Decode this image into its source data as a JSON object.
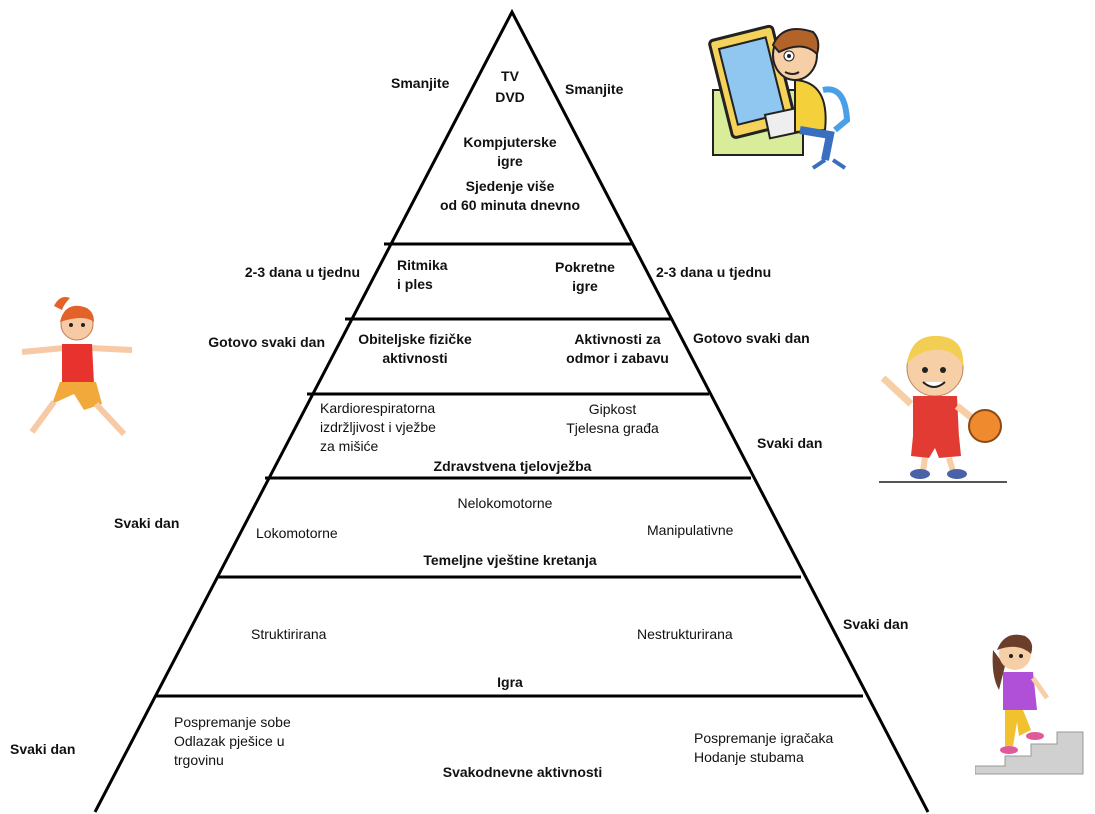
{
  "pyramid": {
    "top": {
      "left_label": "Smanjite",
      "right_label": "Smanjite",
      "tv": "TV",
      "dvd": "DVD",
      "games": "Kompjuterske\nigre",
      "sitting": "Sjedenje više\nod 60 minuta dnevno"
    },
    "level2": {
      "left_label": "2-3 dana u tjednu",
      "right_label": "2-3 dana u tjednu",
      "left_item": "Ritmika\ni ples",
      "right_item": "Pokretne\nigre"
    },
    "level3": {
      "left_label": "Gotovo svaki dan",
      "right_label": "Gotovo svaki dan",
      "left_item": "Obiteljske fizičke\naktivnosti",
      "right_item": "Aktivnosti za\nodmor i zabavu"
    },
    "level4": {
      "right_label": "Svaki dan",
      "left_item": "Kardiorespiratorna\nizdržljivost i vježbe\nza mišiće",
      "right_item": "Gipkost\nTjelesna građa",
      "title": "Zdravstvena tjelovježba"
    },
    "level5": {
      "left_label": "Svaki dan",
      "top_item": "Nelokomotorne",
      "left_item": "Lokomotorne",
      "right_item": "Manipulativne",
      "title": "Temeljne vještine kretanja"
    },
    "level6": {
      "right_label": "Svaki dan",
      "left_item": "Struktirirana",
      "right_item": "Nestrukturirana",
      "title": "Igra"
    },
    "level7": {
      "left_label": "Svaki dan",
      "left_item": "Pospremanje sobe\nOdlazak pješice u\ntrgovinu",
      "right_item": "Pospremanje igračaka\nHodanje stubama",
      "title": "Svakodnevne aktivnosti"
    }
  },
  "illustrations": {
    "computer_boy": "boy-at-computer-illustration",
    "yoga_girl": "girl-exercising-illustration",
    "basketball_boy": "boy-with-basketball-illustration",
    "stairs_girl": "girl-climbing-stairs-illustration"
  },
  "colors": {
    "line": "#000000",
    "shirt_red": "#e8322e",
    "shorts_orange": "#f2a93b",
    "blue": "#3a8ee6",
    "purple": "#b04fd8"
  }
}
